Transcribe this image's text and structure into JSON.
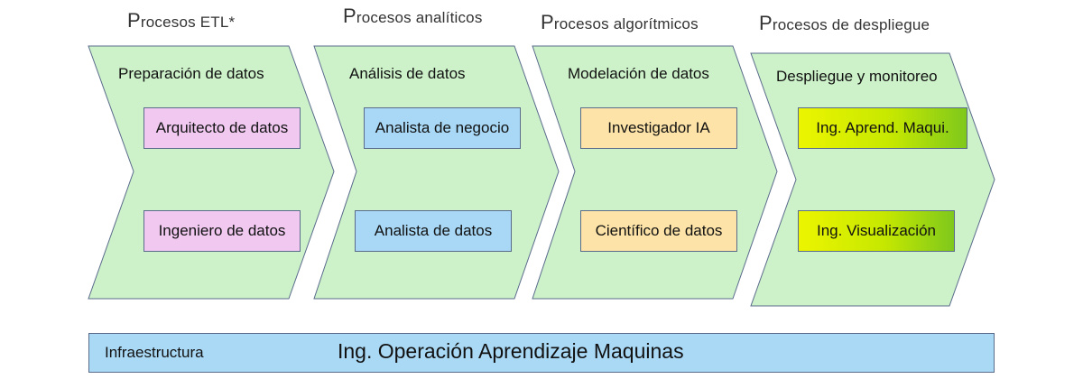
{
  "colors": {
    "chevron_fill": "#cdf2c9",
    "chevron_stroke": "#5a6b8c",
    "role_pink": "#f0c8f0",
    "role_blue": "#a8d8f5",
    "role_peach": "#fde3a7",
    "role_lime": "#d6ee00",
    "infra_blue": "#aad9f6"
  },
  "phases": [
    {
      "header_first": "P",
      "header_rest": "rocesos ETL*",
      "stage": "Preparación de datos",
      "roles": [
        "Arquitecto de datos",
        "Ingeniero de datos"
      ]
    },
    {
      "header_first": "P",
      "header_rest": "rocesos analíticos",
      "stage": "Análisis de datos",
      "roles": [
        "Analista de negocio",
        "Analista de datos"
      ]
    },
    {
      "header_first": "P",
      "header_rest": "rocesos algorítmicos",
      "stage": "Modelación de datos",
      "roles": [
        "Investigador IA",
        "Científico de datos"
      ]
    },
    {
      "header_first": "P",
      "header_rest": "rocesos de despliegue",
      "stage": "Despliegue y monitoreo",
      "roles": [
        "Ing. Aprend. Maqui.",
        "Ing. Visualización"
      ]
    }
  ],
  "infrastructure": {
    "label": "Infraestructura",
    "role": "Ing. Operación Aprendizaje Maquinas"
  }
}
